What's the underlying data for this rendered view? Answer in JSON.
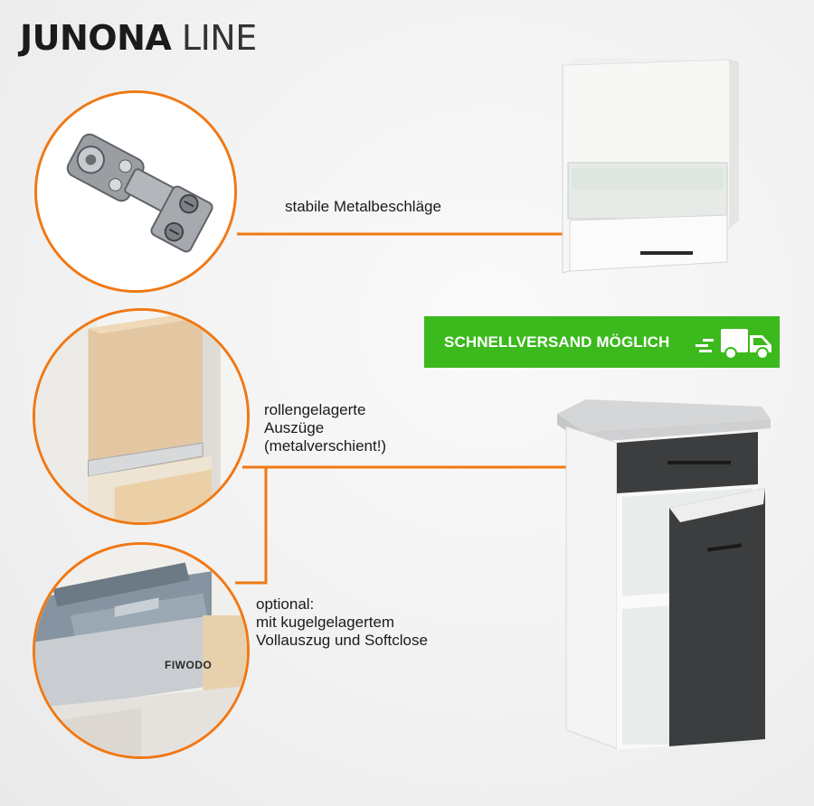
{
  "brand": {
    "name_bold": "JUNONA",
    "name_light": "LINE"
  },
  "features": [
    {
      "label_lines": [
        "stabile Metalbeschläge"
      ]
    },
    {
      "label_lines": [
        "rollengelagerte",
        "Auszüge",
        "(metalverschient!)"
      ]
    },
    {
      "label_lines": [
        "optional:",
        "mit kugelgelagertem",
        "Vollauszug und Softclose"
      ]
    }
  ],
  "badge": {
    "text": "SCHNELLVERSAND MÖGLICH",
    "icon": "delivery-truck-icon",
    "color": "#3bb91d"
  },
  "drawer_brand": "FIWODO",
  "colors": {
    "accent": "#f07814",
    "cabinet_front": "#3b3d3e",
    "cabinet_body": "#f6f6f6"
  }
}
